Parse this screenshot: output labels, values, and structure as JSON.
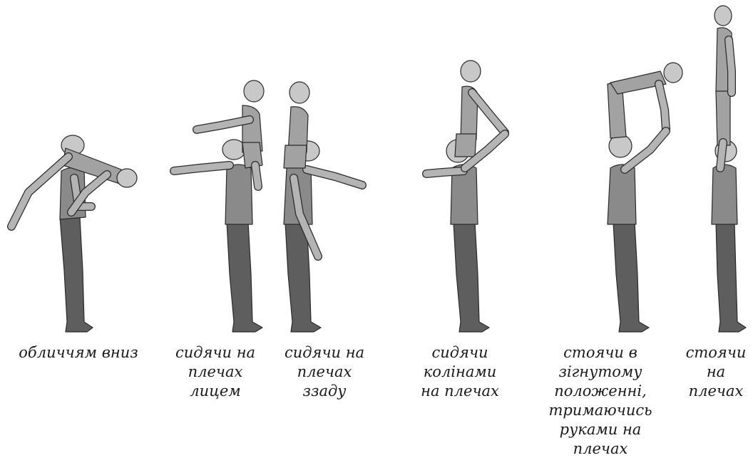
{
  "figures": [
    {
      "caption": [
        "обличчям вниз"
      ]
    },
    {
      "caption": [
        "сидячи на",
        "плечах",
        "лицем"
      ]
    },
    {
      "caption": [
        "сидячи на",
        "плечах",
        "ззаду"
      ]
    },
    {
      "caption": [
        "сидячи",
        "колінами",
        "на плечах"
      ]
    },
    {
      "caption": [
        "стоячи в",
        "зігнутому",
        "положенні,",
        "тримаючись",
        "руками на",
        "плечах"
      ]
    },
    {
      "caption": [
        "стоячи",
        "на",
        "плечах"
      ]
    }
  ],
  "colors": {
    "legs": "#5e5e5e",
    "body_base": "#8a8a8a",
    "top_person": "#a2a2a2",
    "skin": "#c8c8c8",
    "outline": "#2a2a2a"
  }
}
